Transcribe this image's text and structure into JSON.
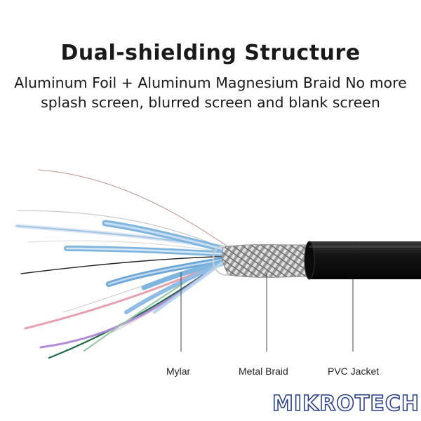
{
  "header": {
    "title": "Dual-shielding Structure",
    "subtitle_line1": "Aluminum Foil + Aluminum Magnesium Braid No more",
    "subtitle_line2": "splash screen, blurred screen and blank screen"
  },
  "callouts": {
    "mylar": "Mylar",
    "metal_braid": "Metal Braid",
    "pvc_jacket": "PVC Jacket"
  },
  "brand": {
    "logo_text": "MIKROTECH",
    "logo_color": "#2a3f8e"
  },
  "colors": {
    "jacket": "#151515",
    "braid": "#b8b8b8",
    "mylar": "#7fb6e0",
    "wire_red": "#e8a0b0",
    "wire_green": "#1e6b4a",
    "wire_purple": "#b08cd8"
  }
}
